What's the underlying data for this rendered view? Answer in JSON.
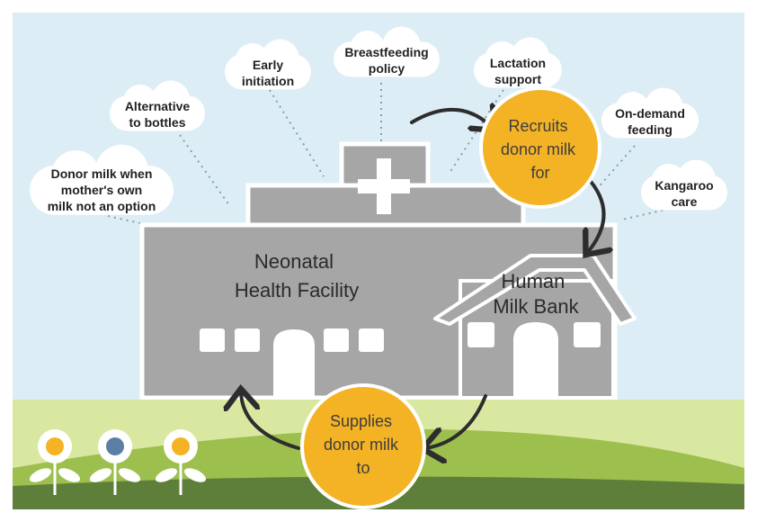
{
  "colors": {
    "sky": "#dcedf5",
    "building": "#a6a6a6",
    "building_dark": "#8e8e8e",
    "outline": "#ffffff",
    "grass_light": "#d9e8a0",
    "grass_mid": "#9dbf4e",
    "grass_dark": "#5e7f3a",
    "accent": "#f4b324",
    "flower_blue": "#5b7fa3",
    "arrow": "#2d2d2d"
  },
  "clouds": [
    {
      "id": "donor-milk",
      "lines": [
        "Donor milk when",
        "mother's own",
        "milk not an option"
      ]
    },
    {
      "id": "alt-bottles",
      "lines": [
        "Alternative",
        "to bottles"
      ]
    },
    {
      "id": "early-initiation",
      "lines": [
        "Early",
        "initiation"
      ]
    },
    {
      "id": "bf-policy",
      "lines": [
        "Breastfeeding",
        "policy"
      ]
    },
    {
      "id": "lactation",
      "lines": [
        "Lactation",
        "support"
      ]
    },
    {
      "id": "on-demand",
      "lines": [
        "On-demand",
        "feeding"
      ]
    },
    {
      "id": "kangaroo",
      "lines": [
        "Kangaroo",
        "care"
      ]
    }
  ],
  "facility": {
    "lines": [
      "Neonatal",
      "Health Facility"
    ]
  },
  "milk_bank": {
    "lines": [
      "Human",
      "Milk Bank"
    ]
  },
  "recruits": {
    "lines": [
      "Recruits",
      "donor milk",
      "for"
    ]
  },
  "supplies": {
    "lines": [
      "Supplies",
      "donor milk",
      "to"
    ]
  },
  "flowers": [
    {
      "center": "accent"
    },
    {
      "center": "flower_blue"
    },
    {
      "center": "accent"
    }
  ]
}
